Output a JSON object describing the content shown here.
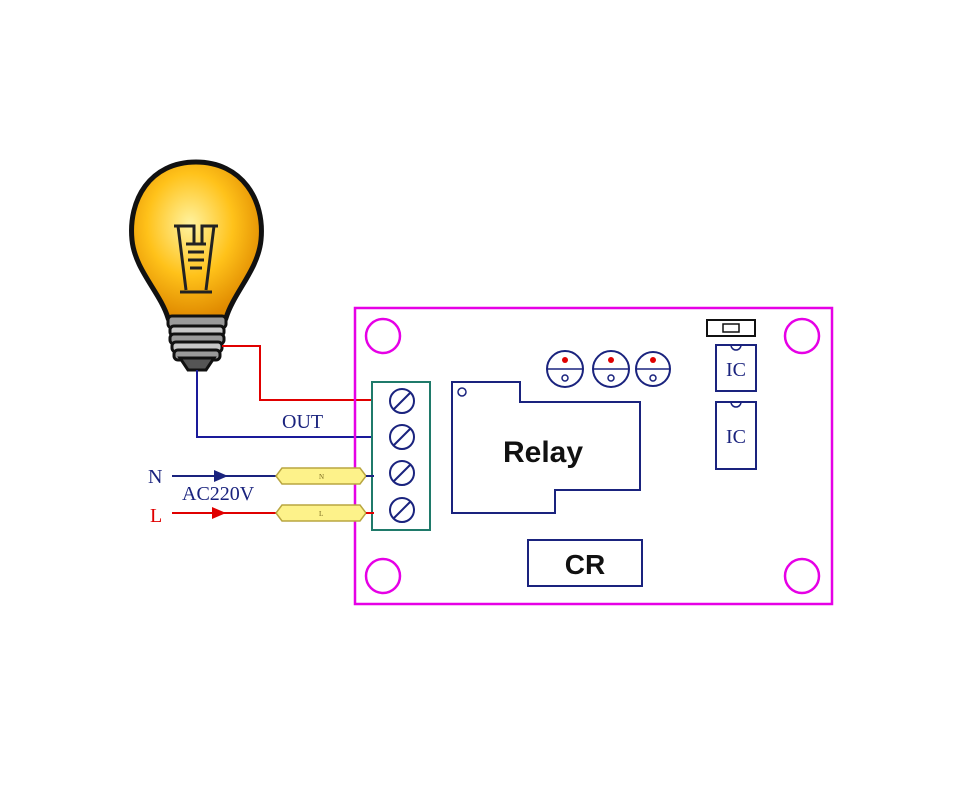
{
  "labels": {
    "out": "OUT",
    "neutral": "N",
    "live": "L",
    "supply": "AC220V",
    "neutral_clip": "N",
    "live_clip": "L",
    "relay": "Relay",
    "cr": "CR",
    "ic_top": "IC",
    "ic_bottom": "IC"
  },
  "colors": {
    "board_outline": "#e600e6",
    "wire_red": "#e00000",
    "wire_blue": "#1a1a9a",
    "component_outline": "#1a237e",
    "terminal_block": "#1f7a6a",
    "clip_fill": "#fdf28a",
    "bulb_glow": "#ffb000",
    "bulb_edge": "#111111"
  },
  "icons": [
    "light-bulb-icon",
    "screw-terminal-icon",
    "wire-clip-icon",
    "arrow-right-icon"
  ]
}
